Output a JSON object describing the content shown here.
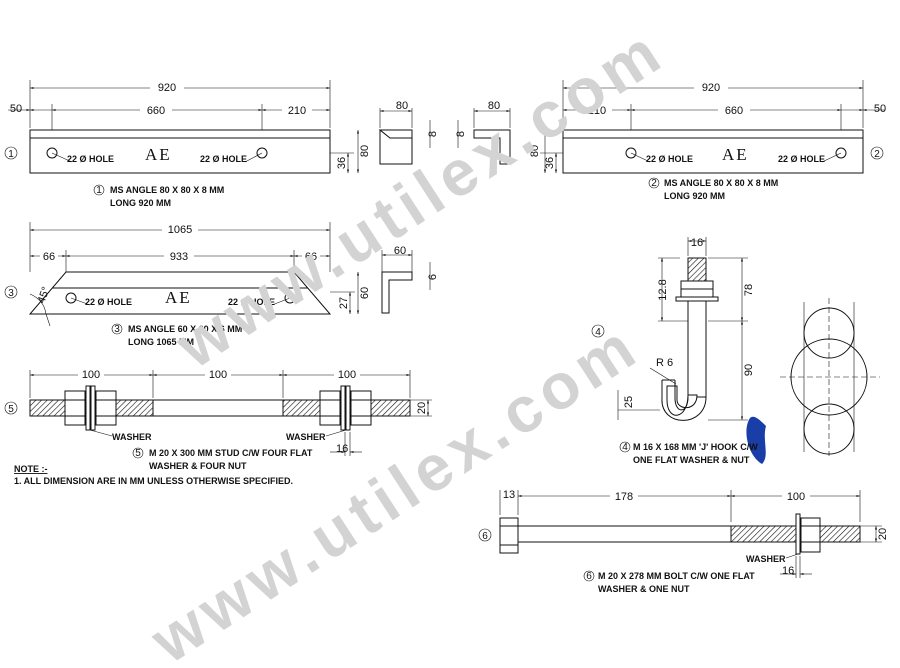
{
  "watermark": {
    "text_1": "www.utilex.com",
    "text_2": "www.utilex.com"
  },
  "part1": {
    "num": "1",
    "dims": {
      "overall": "920",
      "left_offset": "50",
      "hole_spacing": "660",
      "right_offset": "210",
      "height_small": "36",
      "height": "80"
    },
    "hole_left": "22 Ø HOLE",
    "hole_right": "22 Ø HOLE",
    "mark": "AE",
    "caption_1": "MS ANGLE 80 X 80 X 8 MM",
    "caption_2": "LONG 920 MM"
  },
  "section1": {
    "width": "80",
    "thickness": "8"
  },
  "section2": {
    "width": "80",
    "thickness": "8"
  },
  "part2": {
    "num": "2",
    "dims": {
      "overall": "920",
      "left_offset": "210",
      "hole_spacing": "660",
      "right_offset": "50",
      "height_small": "36",
      "height": "80"
    },
    "hole_left": "22 Ø HOLE",
    "hole_right": "22 Ø HOLE",
    "mark": "AE",
    "caption_1": "MS ANGLE 80 X 80 X 8 MM",
    "caption_2": "LONG 920 MM"
  },
  "part3": {
    "num": "3",
    "dims": {
      "overall": "1065",
      "left_offset": "66",
      "hole_spacing": "933",
      "right_offset": "66",
      "height_small": "27",
      "height": "60",
      "angle": "45°"
    },
    "hole_left": "22 Ø HOLE",
    "hole_right": "22 Ø HOLE",
    "mark": "AE",
    "caption_1": "MS ANGLE 60 X 60 X 6 MM",
    "caption_2": "LONG 1065 MM"
  },
  "section3": {
    "width": "60",
    "thickness": "6"
  },
  "part4": {
    "num": "4",
    "dims": {
      "width": "16",
      "nut_height": "12.8",
      "thread": "78",
      "shank": "90",
      "radius": "R 6",
      "hook": "25"
    },
    "caption_1": "M 16 X 168 MM 'J' HOOK C/W",
    "caption_2": "ONE FLAT WASHER & NUT"
  },
  "part5": {
    "num": "5",
    "dims": {
      "thread_left": "100",
      "middle": "100",
      "thread_right": "100",
      "diameter": "20",
      "washer": "16"
    },
    "washer_left": "WASHER",
    "washer_right": "WASHER",
    "caption_1": "M 20 X 300 MM STUD C/W FOUR FLAT",
    "caption_2": "WASHER & FOUR NUT"
  },
  "note": {
    "title": "NOTE :-",
    "line_1": "1.  ALL DIMENSION ARE IN MM UNLESS OTHERWISE SPECIFIED."
  },
  "part6": {
    "num": "6",
    "dims": {
      "head": "13",
      "shank": "178",
      "thread": "100",
      "diameter": "20",
      "washer": "16"
    },
    "washer": "WASHER",
    "caption_1": "M 20 X 278 MM BOLT C/W ONE FLAT",
    "caption_2": "WASHER & ONE NUT"
  }
}
